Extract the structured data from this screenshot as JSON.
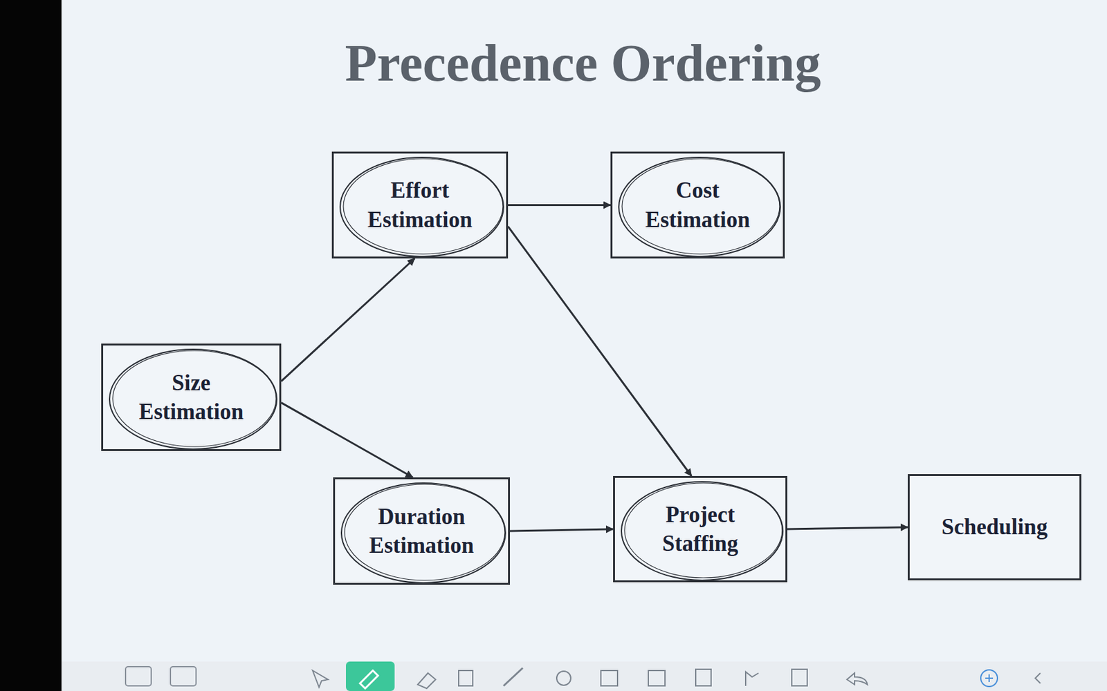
{
  "diagram": {
    "title": "Precedence Ordering",
    "nodes": [
      {
        "text": [
          "Effort Estimation"
        ]
      },
      {
        "text": [
          "Cost Estimation"
        ]
      },
      {
        "text": [
          "Size Estimation"
        ]
      },
      {
        "text": [
          "Duration Estimation"
        ]
      },
      {
        "text": [
          "Project Staffing"
        ]
      },
      {
        "text": [
          "Scheduling"
        ]
      }
    ],
    "edges": [
      {
        "from": 2,
        "to": 0,
        "arrow": "to"
      },
      {
        "from": 2,
        "to": 3,
        "arrow": "to"
      },
      {
        "from": 0,
        "to": 1,
        "arrow": "to"
      },
      {
        "from": 0,
        "to": 4,
        "arrow": "to"
      },
      {
        "from": 3,
        "to": 4,
        "arrow": "to"
      },
      {
        "from": 4,
        "to": 5,
        "arrow": "to"
      }
    ]
  }
}
